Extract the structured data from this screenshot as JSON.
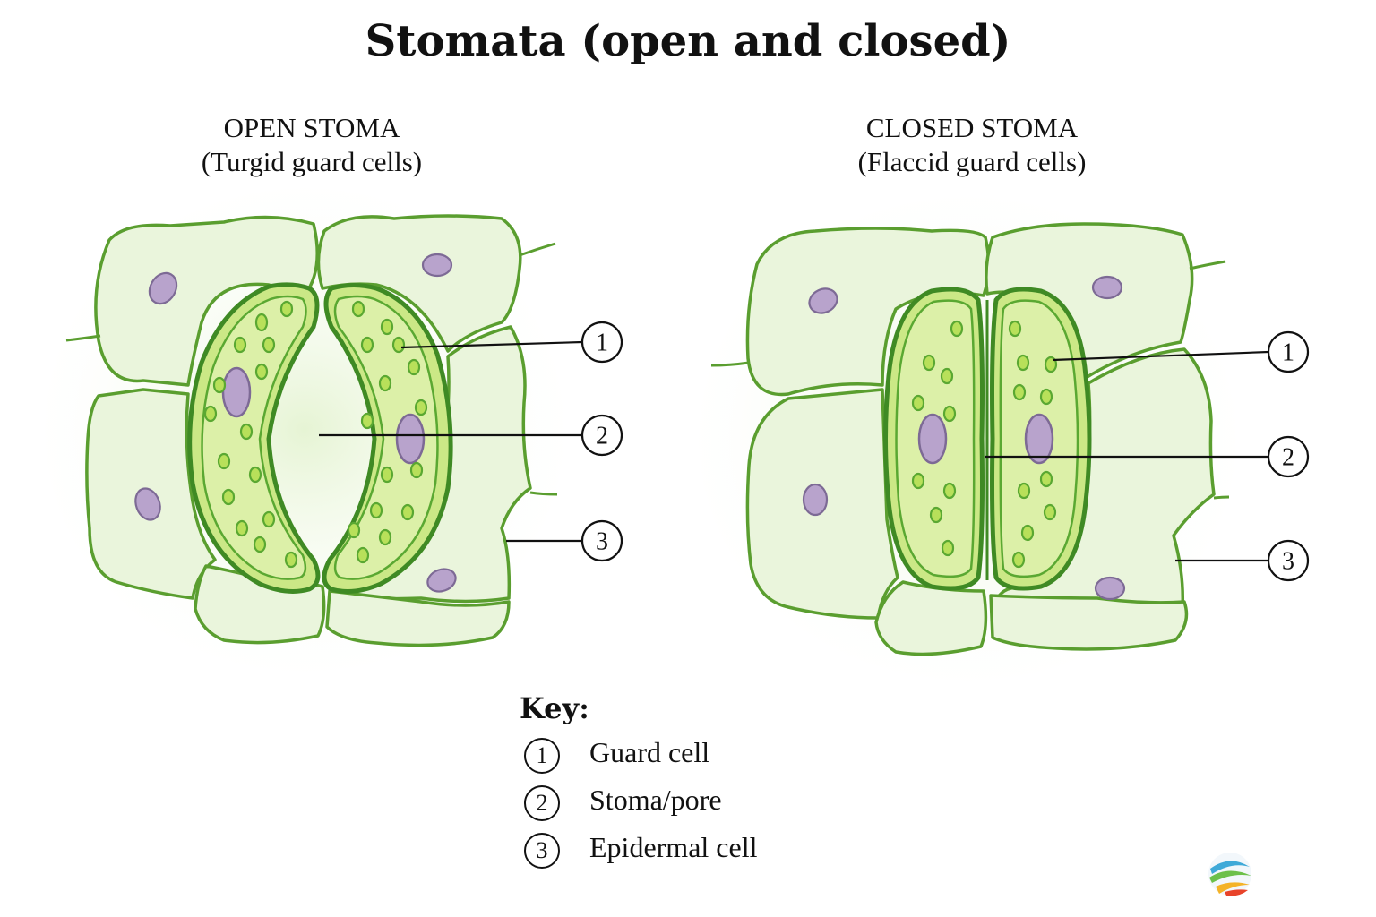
{
  "title": "Stomata (open and closed)",
  "panels": {
    "open": {
      "heading": "OPEN STOMA",
      "subheading": "(Turgid guard cells)"
    },
    "closed": {
      "heading": "CLOSED STOMA",
      "subheading": "(Flaccid guard cells)"
    }
  },
  "callout_numbers": [
    "1",
    "2",
    "3"
  ],
  "key": {
    "title": "Key:",
    "items": [
      {
        "number": "1",
        "label": "Guard cell"
      },
      {
        "number": "2",
        "label": "Stoma/pore"
      },
      {
        "number": "3",
        "label": "Epidermal cell"
      }
    ]
  },
  "colors": {
    "cell_outline": "#5a9e2f",
    "epidermal_fill": "#eaf5dc",
    "guard_fill": "#d2ec8c",
    "guard_outline": "#3f8a24",
    "chloroplast": "#b8e05a",
    "nucleus": "#b8a3cc"
  }
}
